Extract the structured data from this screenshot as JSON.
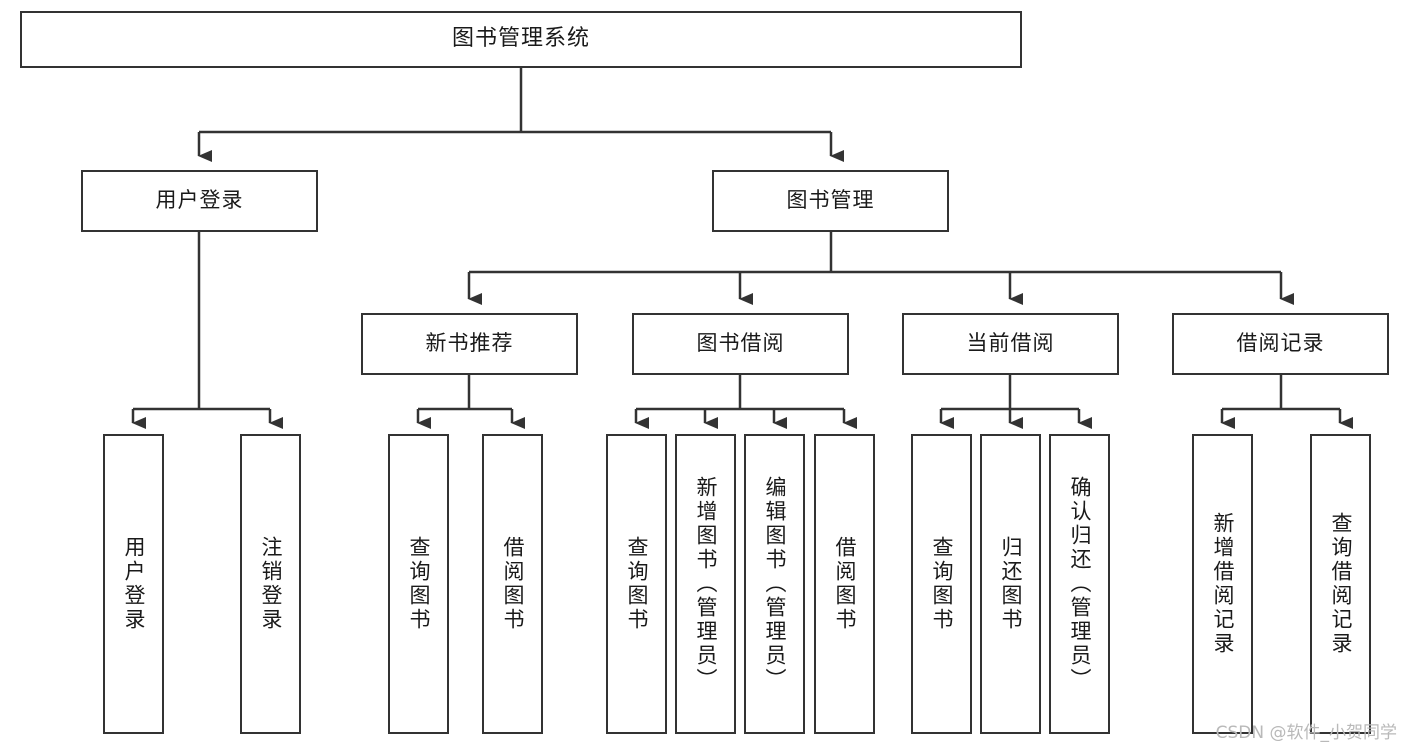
{
  "diagram": {
    "type": "tree-hierarchy",
    "title": "图书管理系统",
    "colors": {
      "box_border": "#333333",
      "box_fill": "#ffffff",
      "line": "#333333",
      "text": "#1a1a1a",
      "watermark": "#b9b9b9"
    },
    "levels": {
      "level1": [
        {
          "id": "root",
          "label": "图书管理系统"
        }
      ],
      "level2": [
        {
          "id": "user-login",
          "label": "用户登录"
        },
        {
          "id": "book-manage",
          "label": "图书管理"
        }
      ],
      "level3": [
        {
          "id": "new-book-rec",
          "label": "新书推荐"
        },
        {
          "id": "book-borrow",
          "label": "图书借阅"
        },
        {
          "id": "current-borrow",
          "label": "当前借阅"
        },
        {
          "id": "borrow-record",
          "label": "借阅记录"
        }
      ],
      "level4": [
        {
          "id": "leaf-user-login",
          "parent": "user-login",
          "label": "用户登录"
        },
        {
          "id": "leaf-logout-login",
          "parent": "user-login",
          "label": "注销登录"
        },
        {
          "id": "leaf-query-book-1",
          "parent": "new-book-rec",
          "label": "查询图书"
        },
        {
          "id": "leaf-borrow-book-1",
          "parent": "new-book-rec",
          "label": "借阅图书"
        },
        {
          "id": "leaf-query-book-2",
          "parent": "book-borrow",
          "label": "查询图书"
        },
        {
          "id": "leaf-add-book",
          "parent": "book-borrow",
          "label": "新增图书（管理员）"
        },
        {
          "id": "leaf-edit-book",
          "parent": "book-borrow",
          "label": "编辑图书（管理员）"
        },
        {
          "id": "leaf-borrow-book-2",
          "parent": "book-borrow",
          "label": "借阅图书"
        },
        {
          "id": "leaf-query-book-3",
          "parent": "current-borrow",
          "label": "查询图书"
        },
        {
          "id": "leaf-return-book",
          "parent": "current-borrow",
          "label": "归还图书"
        },
        {
          "id": "leaf-confirm-return",
          "parent": "current-borrow",
          "label": "确认归还（管理员）"
        },
        {
          "id": "leaf-add-record",
          "parent": "borrow-record",
          "label": "新增借阅记录"
        },
        {
          "id": "leaf-query-record",
          "parent": "borrow-record",
          "label": "查询借阅记录"
        }
      ]
    },
    "watermark": "CSDN @软件_小贺同学"
  }
}
